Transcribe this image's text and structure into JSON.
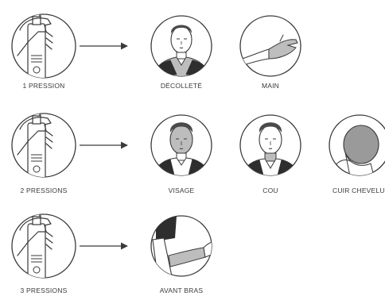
{
  "colors": {
    "ink": "#3a3a3a",
    "skin": "#bdbdbd",
    "skin_shade": "#9a9a9a",
    "hair": "#4a4a4a",
    "shirt": "#2e2e2e"
  },
  "rows": [
    {
      "dose_label": "1 PRESSION",
      "areas": [
        {
          "id": "decollete",
          "label": "DÉCOLLETÉ",
          "icon": "face-chest-shaded-icon"
        },
        {
          "id": "main",
          "label": "MAIN",
          "icon": "hand-shaded-icon"
        }
      ]
    },
    {
      "dose_label": "2 PRESSIONS",
      "areas": [
        {
          "id": "visage",
          "label": "VISAGE",
          "icon": "face-shaded-icon"
        },
        {
          "id": "cou",
          "label": "COU",
          "icon": "neck-shaded-icon"
        },
        {
          "id": "cuir",
          "label": "CUIR CHEVELU",
          "icon": "scalp-shaded-icon"
        }
      ]
    },
    {
      "dose_label": "3 PRESSIONS",
      "areas": [
        {
          "id": "avant-bras",
          "label": "AVANT BRAS",
          "icon": "forearm-shaded-icon"
        }
      ]
    }
  ]
}
